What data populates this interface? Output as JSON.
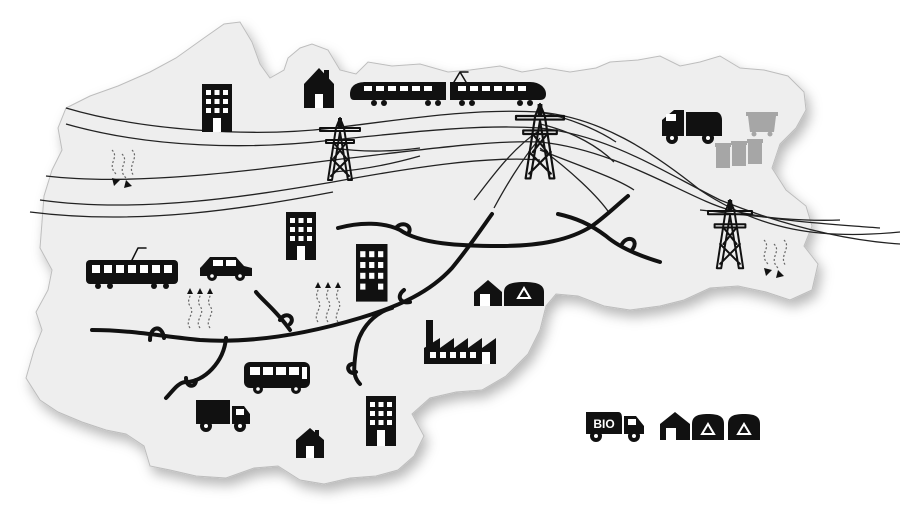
{
  "labels": {
    "bio_truck_text": "BIO"
  },
  "icons": [
    "region-map",
    "tall-building-icon",
    "house-icon",
    "train-icon",
    "power-pylon-icon",
    "power-line-network",
    "garbage-truck-icon",
    "waste-container-icon",
    "waste-bin-icon",
    "emission-arrows-icon",
    "tram-icon",
    "car-icon",
    "heat-wave-icon",
    "district-heating-pipe",
    "recycling-facility-icon",
    "factory-icon",
    "bus-icon",
    "delivery-truck-icon",
    "bio-waste-truck-icon",
    "recycling-depot-icon"
  ],
  "colors": {
    "region_fill": "#eeeeee",
    "icon_fill": "#111111",
    "grey_icon_fill": "#a6a6a6",
    "background": "#ffffff"
  }
}
